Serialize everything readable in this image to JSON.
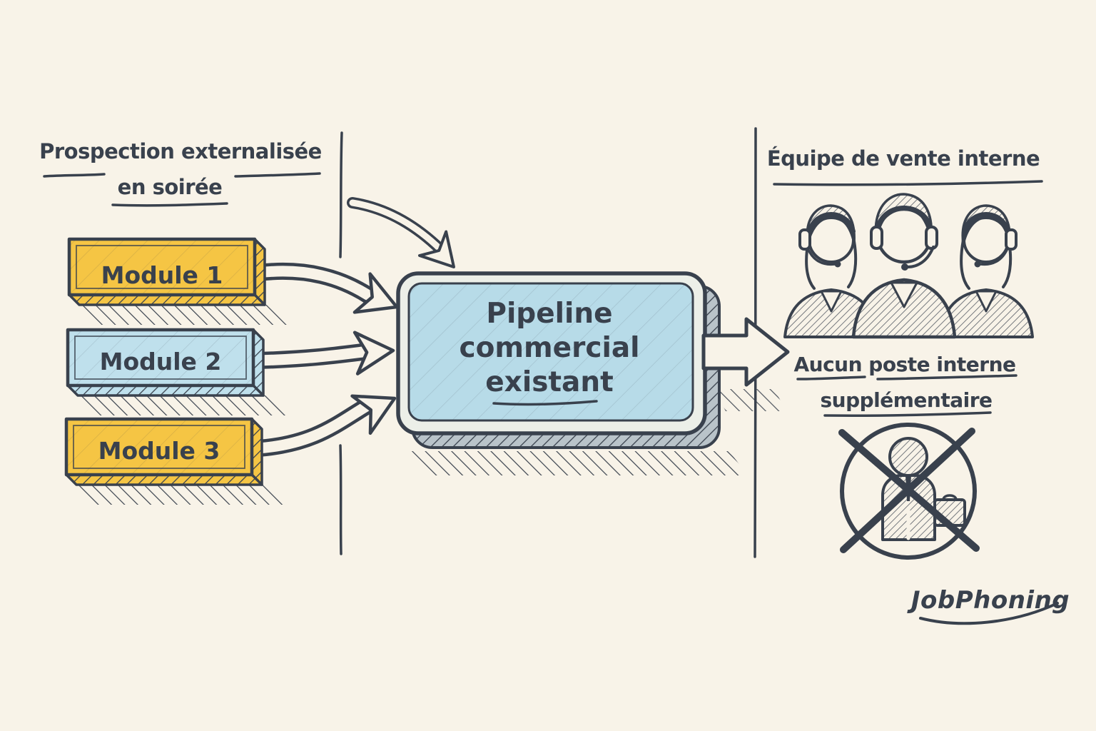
{
  "palette": {
    "background": "#F8F3E8",
    "ink": "#39414D",
    "module_yellow": "#F5C544",
    "module_blue": "#BFE0EC",
    "pipeline_fill": "#B7DBE8",
    "pipeline_frame": "#ECEFE8",
    "pipeline_side": "#B9C3C9"
  },
  "left_section": {
    "title_line1": "Prospection externalisée",
    "title_line2": "en soirée",
    "modules": [
      {
        "label": "Module 1",
        "fill": "#F5C544"
      },
      {
        "label": "Module 2",
        "fill": "#BFE0EC"
      },
      {
        "label": "Module 3",
        "fill": "#F5C544"
      }
    ]
  },
  "center": {
    "box_line1": "Pipeline",
    "box_line2": "commercial",
    "box_line3": "existant"
  },
  "right_section": {
    "title": "Équipe de vente interne",
    "team_icon": "three-sales-agents-with-headsets-icon",
    "note_line1": "Aucun poste interne",
    "note_line2": "supplémentaire",
    "no_hire_icon": "crossed-out-businessman-icon"
  },
  "branding": {
    "logo_text": "JobPhoning"
  }
}
